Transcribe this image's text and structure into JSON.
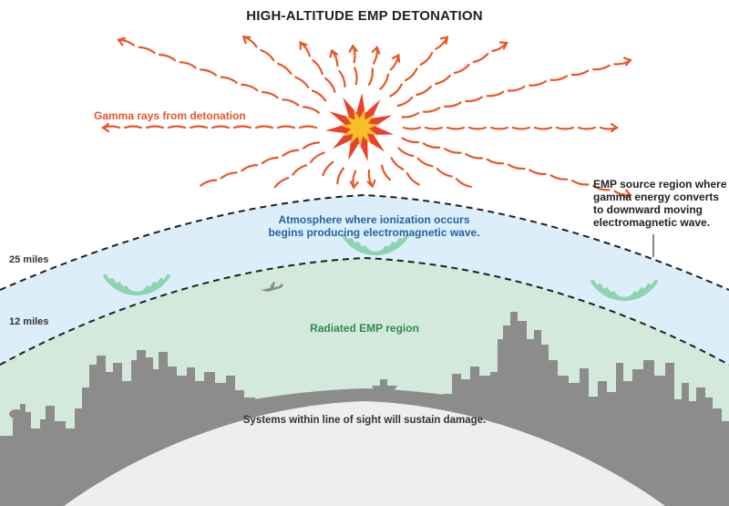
{
  "title": "HIGH-ALTITUDE EMP DETONATION",
  "labels": {
    "gamma_rays": "Gamma rays from detonation",
    "atmosphere_line1": "Atmosphere where ionization occurs",
    "atmosphere_line2": "begins producing electromagnetic wave.",
    "emp_source_line1": "EMP source region where",
    "emp_source_line2": "gamma energy converts",
    "emp_source_line3": "to downward moving",
    "emp_source_line4": "electromagnetic wave.",
    "altitude_25": "25 miles",
    "altitude_12": "12 miles",
    "radiated_region": "Radiated EMP region",
    "damage": "Systems within line of sight will sustain damage."
  },
  "colors": {
    "gamma_ray": "#e8562a",
    "atmosphere_band": "#dceefa",
    "radiated_band": "#d3e9dc",
    "radiated_text": "#2f8a4f",
    "atmosphere_text": "#2463a3",
    "wave_arcs": "#8fd3b0",
    "city": "#8c8c8c",
    "burst_outer": "#e8432a",
    "burst_inner": "#f7c02a"
  },
  "icons": [
    "detonation-burst-icon",
    "airplane-icon",
    "ship-icon",
    "emp-wave-icon"
  ]
}
